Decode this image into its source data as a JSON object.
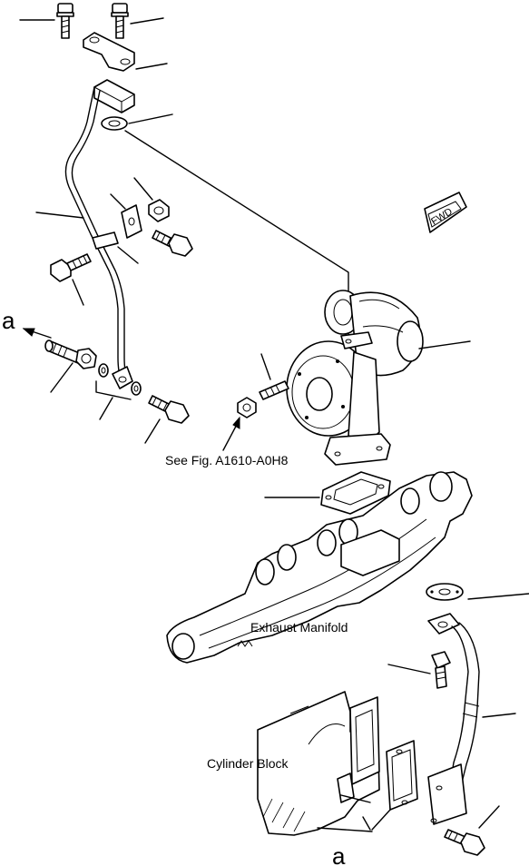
{
  "labels": {
    "ref_a_top": "a",
    "ref_a_bottom": "a",
    "see_fig": "See Fig. A1610-A0H8",
    "exhaust_manifold": "Exhaust Manifold",
    "cylinder_block": "Cylinder Block",
    "fwd": "FWD"
  }
}
